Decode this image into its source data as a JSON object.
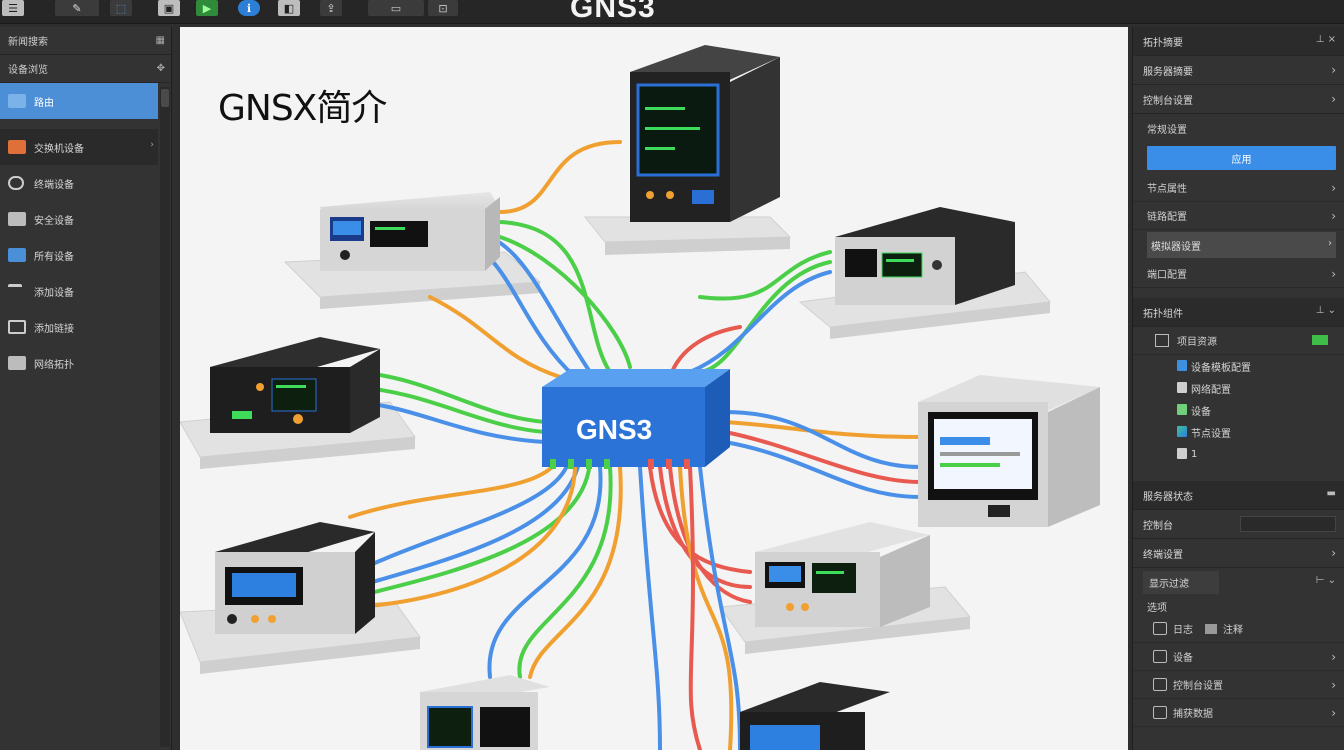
{
  "app": {
    "title": "GNS3"
  },
  "toolbar": {
    "buttons": [
      {
        "name": "menu-icon",
        "glyph": "☰"
      },
      {
        "name": "edit-icon",
        "glyph": "✎"
      },
      {
        "name": "link-icon",
        "glyph": "⬚"
      },
      {
        "name": "console-icon",
        "glyph": "▣"
      },
      {
        "name": "start-icon",
        "glyph": "▶"
      },
      {
        "name": "info-icon",
        "glyph": "ℹ"
      },
      {
        "name": "layout-icon",
        "glyph": "◧"
      },
      {
        "name": "export-icon",
        "glyph": "⇪"
      },
      {
        "name": "snapshot-icon",
        "glyph": "▭"
      },
      {
        "name": "lock-icon",
        "glyph": "⊡"
      }
    ]
  },
  "left_panel": {
    "header": "新闻搜索",
    "subheader": "设备浏览",
    "items": [
      {
        "label": "路由",
        "icon": "router-icon",
        "color": "#7bb3e8"
      },
      {
        "label": "交换机设备",
        "icon": "switch-icon",
        "color": "#e0703a"
      },
      {
        "label": "终端设备",
        "icon": "endpoint-icon",
        "color": "#cccccc"
      },
      {
        "label": "安全设备",
        "icon": "security-icon",
        "color": "#cccccc"
      },
      {
        "label": "所有设备",
        "icon": "all-devices-icon",
        "color": "#4a90d9"
      },
      {
        "label": "添加设备",
        "icon": "add-device-icon",
        "color": "#cccccc"
      },
      {
        "label": "添加链接",
        "icon": "add-link-icon",
        "color": "#cccccc"
      },
      {
        "label": "网络拓扑",
        "icon": "topology-icon",
        "color": "#cccccc"
      }
    ]
  },
  "canvas": {
    "heading": "GNSX简介",
    "hub_label": "GNS3"
  },
  "right_panel": {
    "rows": [
      {
        "label": "拓扑摘要"
      },
      {
        "label": "服务器摘要"
      },
      {
        "label": "控制台设置"
      }
    ],
    "settings_title": "常规设置",
    "apply_button": "应用",
    "sub_items": [
      "节点属性",
      "链路配置",
      "模拟器设置",
      "端口配置"
    ],
    "section2_title": "拓扑组件",
    "tree_root": "项目资源",
    "tree_items": [
      {
        "label": "设备模板配置",
        "color": "#3f8fe0"
      },
      {
        "label": "网络配置",
        "color": "#cfcfcf"
      },
      {
        "label": "设备",
        "color": "#6fcf7a"
      },
      {
        "label": "节点设置",
        "color": "#3fbf9a"
      },
      {
        "label": "1",
        "color": "#cfcfcf"
      }
    ],
    "bottom_rows": [
      {
        "label": "服务器状态"
      },
      {
        "label": "控制台",
        "value": ""
      },
      {
        "label": "终端设置"
      }
    ],
    "filter_label": "显示过滤",
    "filter_sub": "选项",
    "list_items": [
      "日志",
      "设备",
      "控制台设置",
      "捕获数据"
    ],
    "list_note": "注释"
  }
}
